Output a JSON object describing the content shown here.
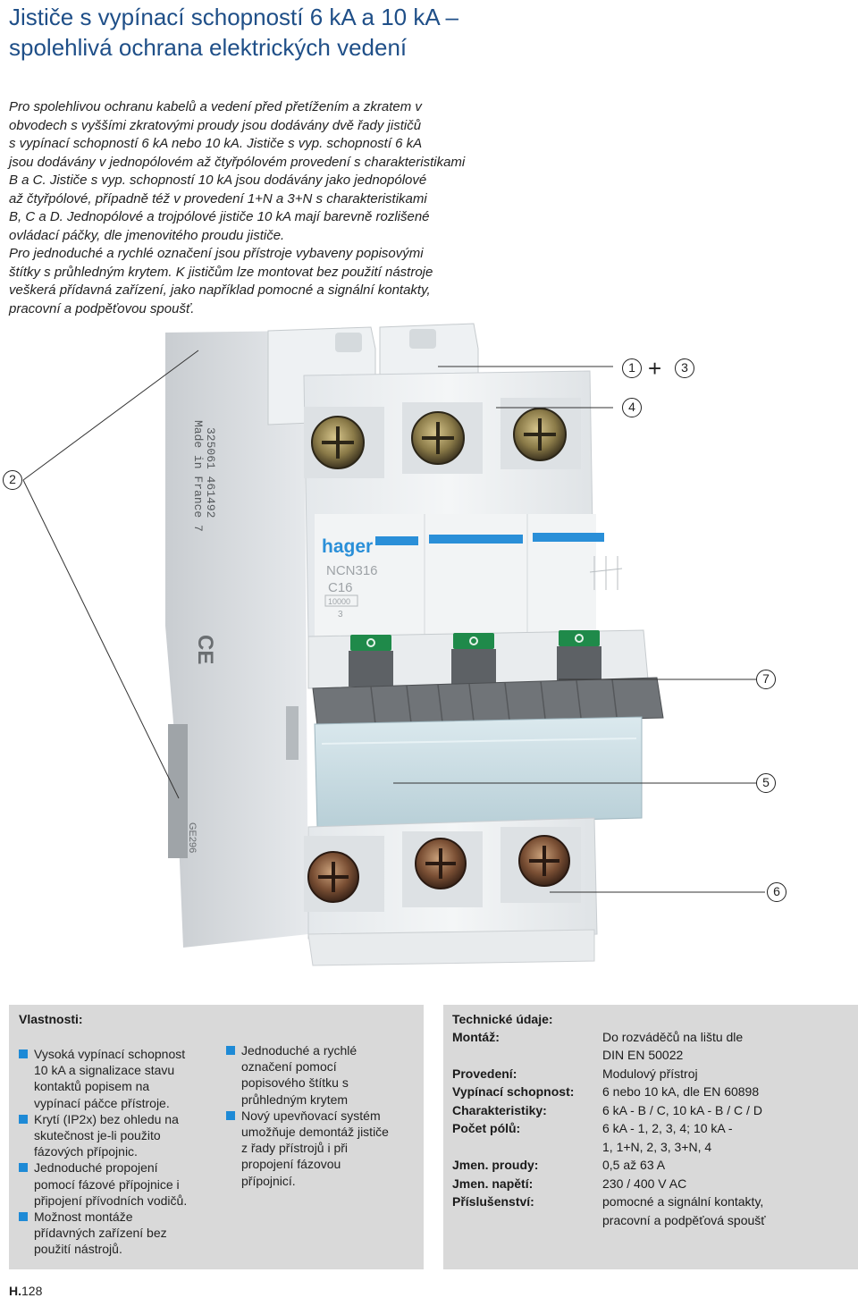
{
  "title": {
    "line1": "Jističe s vypínací schopností 6 kA a 10 kA –",
    "line2": "spolehlivá ochrana elektrických vedení"
  },
  "intro": {
    "lines": [
      "Pro spolehlivou ochranu kabelů a vedení před přetížením a zkratem v",
      "obvodech s vyššími zkratovými proudy jsou dodávány dvě řady jističů",
      "s vypínací schopností 6 kA nebo 10 kA. Jističe s vyp. schopností 6 kA",
      "jsou dodávány v jednopólovém až čtyřpólovém provedení s charakteristikami",
      "B a C. Jističe s vyp. schopností 10 kA jsou dodávány jako jednopólové",
      "až čtyřpólové, případně též v provedení 1+N a 3+N s charakteristikami",
      "B, C a D. Jednopólové a trojpólové jističe 10 kA mají barevně rozlišené",
      "ovládací páčky, dle jmenovitého proudu jističe.",
      "Pro jednoduché a rychlé označení jsou přístroje vybaveny popisovými",
      "štítky s průhledným krytem. K jističům lze montovat bez použití nástroje",
      "veškerá přídavná zařízení, jako například pomocné a signální kontakty,",
      "pracovní a podpěťovou spoušť."
    ]
  },
  "figure": {
    "brand": "hager",
    "model": "NCN316",
    "rating": "C16",
    "breaking": "10000",
    "class": "3",
    "ce_mark": "CE",
    "side_text_1": "325061 461492",
    "side_text_2": "Made in France 7",
    "bottom_code": "GE296",
    "callouts": {
      "c1": "1",
      "plus": "+",
      "c3": "3",
      "c4": "4",
      "c2": "2",
      "c7": "7",
      "c5": "5",
      "c6": "6"
    },
    "colors": {
      "body": "#eceff1",
      "accent_blue": "#2a8fd8",
      "lever_grey": "#6e7276",
      "green": "#1f8a4a",
      "cover": "#c8dde4"
    }
  },
  "features": {
    "heading": "Vlastnosti:",
    "col1": [
      [
        "Vysoká vypínací schopnost",
        "10 kA a signalizace stavu",
        "kontaktů popisem na",
        "vypínací páčce přístroje."
      ],
      [
        "Krytí (IP2x) bez ohledu na",
        "skutečnost je-li použito",
        "fázových přípojnic."
      ],
      [
        "Jednoduché propojení",
        "pomocí fázové přípojnice i",
        "připojení přívodních vodičů."
      ],
      [
        "Možnost montáže",
        "přídavných zařízení bez",
        "použití nástrojů."
      ]
    ],
    "col2": [
      [
        "Jednoduché a rychlé",
        "označení pomocí",
        "popisového štítku s",
        "průhledným krytem"
      ],
      [
        "Nový upevňovací systém",
        "umožňuje demontáž jističe",
        "z řady přístrojů i při",
        "propojení fázovou",
        "přípojnicí."
      ]
    ],
    "bullet_color": "#1e8ad6"
  },
  "specs": {
    "heading": "Technické údaje:",
    "rows": [
      {
        "label": "Montáž:",
        "value": "Do rozváděčů na lištu dle"
      },
      {
        "label": "",
        "value": "DIN EN 50022"
      },
      {
        "label": "Provedení:",
        "value": "Modulový přístroj"
      },
      {
        "label": "Vypínací schopnost:",
        "value": "6 nebo 10 kA, dle EN 60898"
      },
      {
        "label": "Charakteristiky:",
        "value": "6 kA - B / C, 10 kA - B / C / D"
      },
      {
        "label": "Počet pólů:",
        "value": "6 kA - 1, 2, 3, 4; 10 kA -"
      },
      {
        "label": "",
        "value": "1, 1+N, 2, 3, 3+N, 4"
      },
      {
        "label": "Jmen. proudy:",
        "value": "0,5 až 63 A"
      },
      {
        "label": "Jmen. napětí:",
        "value": "230 / 400 V AC"
      },
      {
        "label": "Příslušenství:",
        "value": "pomocné a signální kontakty,"
      },
      {
        "label": "",
        "value": "pracovní a podpěťová spoušť"
      }
    ]
  },
  "page": {
    "section": "H.",
    "number": "128"
  }
}
